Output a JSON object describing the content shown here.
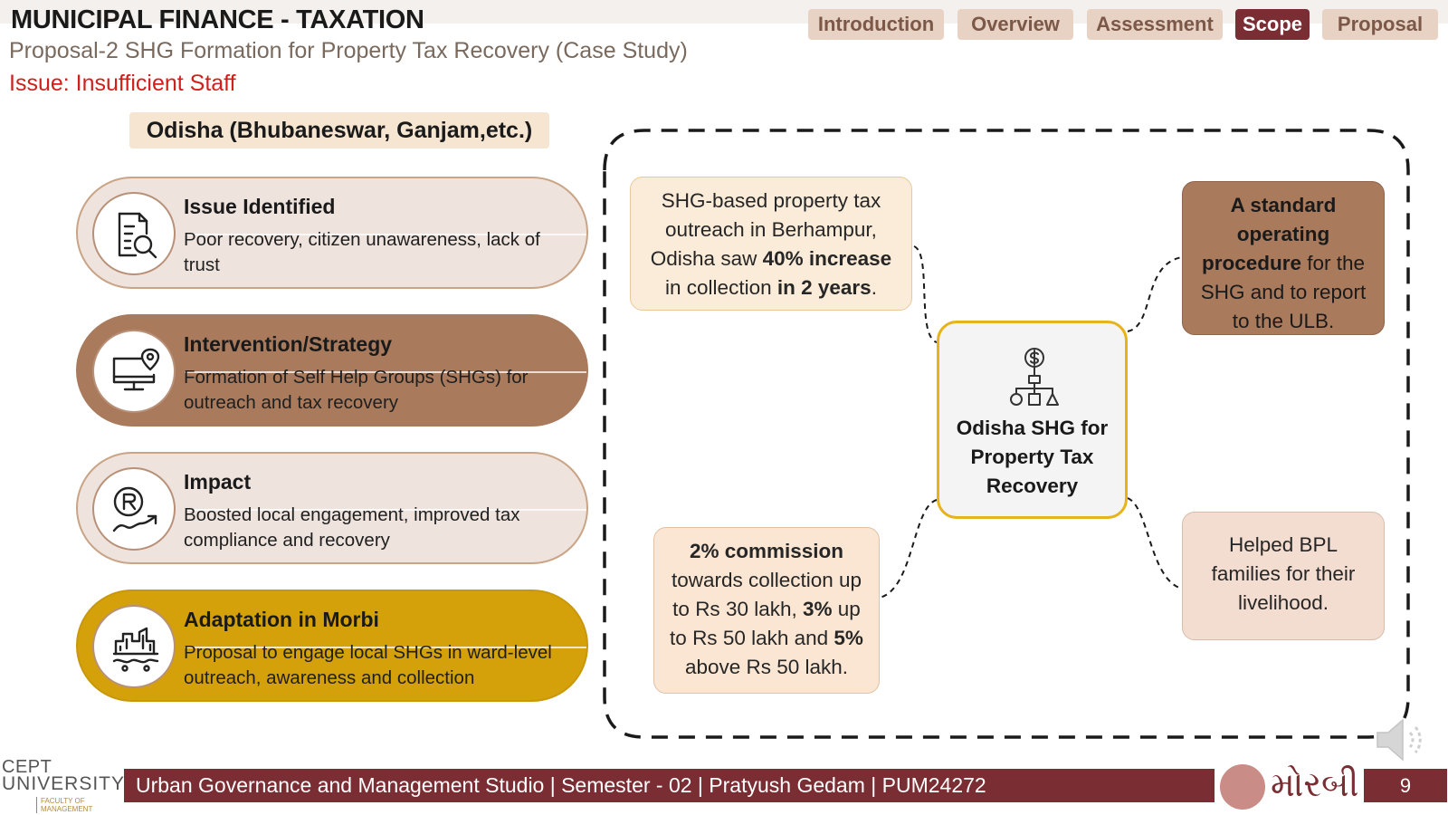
{
  "header": {
    "title": "MUNICIPAL FINANCE - TAXATION",
    "subtitle": "Proposal-2 SHG Formation for Property Tax Recovery (Case Study)",
    "issue": "Issue: Insufficient Staff"
  },
  "tabs": [
    {
      "label": "Introduction",
      "active": false
    },
    {
      "label": "Overview",
      "active": false
    },
    {
      "label": "Assessment",
      "active": false
    },
    {
      "label": "Scope",
      "active": true
    },
    {
      "label": "Proposal",
      "active": false
    }
  ],
  "region": "Odisha (Bhubaneswar, Ganjam,etc.)",
  "pills": [
    {
      "heading": "Issue Identified",
      "body": "Poor recovery, citizen unawareness, lack of trust",
      "icon": "document-search-icon"
    },
    {
      "heading": "Intervention/Strategy",
      "body": "Formation of Self Help Groups (SHGs) for outreach and tax recovery",
      "icon": "computer-location-icon"
    },
    {
      "heading": "Impact",
      "body": "Boosted local engagement, improved tax compliance and recovery",
      "icon": "rupee-growth-icon"
    },
    {
      "heading": "Adaptation in Morbi",
      "body": "Proposal to engage local SHGs in ward-level outreach, awareness and collection",
      "icon": "city-water-icon"
    }
  ],
  "center": {
    "title": "Odisha SHG for Property Tax Recovery",
    "icon": "organization-dollar-icon"
  },
  "cards": {
    "c1": {
      "t1": "SHG-based property tax outreach in Berhampur, Odisha saw ",
      "b1": "40% increase",
      "t2": " in collection ",
      "b2": "in 2 years",
      "t3": "."
    },
    "c2": {
      "b1": "A standard operating procedure",
      "t1": " for the SHG and to report to the ULB."
    },
    "c3": {
      "b1": "2% commission",
      "t1": " towards collection up to Rs 30 lakh, ",
      "b2": "3%",
      "t2": " up to Rs 50 lakh and ",
      "b3": "5%",
      "t3": " above Rs 50 lakh."
    },
    "c4": {
      "t1": "Helped BPL families for their livelihood."
    }
  },
  "footer": {
    "logo_line1": "CEPT",
    "logo_line2": "UNIVERSITY",
    "logo_faculty": "FACULTY OF MANAGEMENT",
    "text": "Urban Governance  and Management Studio | Semester - 02 | Pratyush Gedam | PUM24272",
    "morbi": "મોરબી",
    "page": "9"
  },
  "colors": {
    "maroon": "#7a2e33",
    "brown": "#a97a5c",
    "gold": "#d4a10a",
    "issue_red": "#d0201c"
  }
}
